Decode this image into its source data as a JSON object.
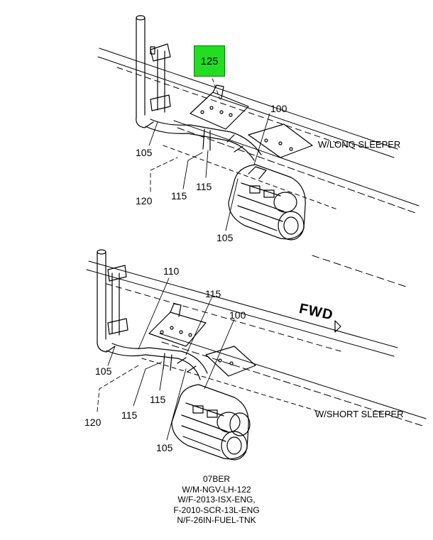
{
  "highlight_callout": "125",
  "top_view": {
    "label": "W/LONG SLEEPER",
    "callouts": [
      "100",
      "105",
      "105",
      "115",
      "115",
      "120"
    ]
  },
  "bottom_view": {
    "label": "W/SHORT SLEEPER",
    "callouts": [
      "110",
      "115",
      "100",
      "105",
      "115",
      "120",
      "115",
      "105"
    ]
  },
  "direction_marker": "FWD",
  "colors": {
    "highlight": "#22dd22",
    "line": "#000000"
  },
  "footer_lines": [
    "07BER",
    "W/M-NGV-LH-122",
    "W/F-2013-ISX-ENG,",
    "F-2010-SCR-13L-ENG",
    "N/F-26IN-FUEL-TNK"
  ]
}
